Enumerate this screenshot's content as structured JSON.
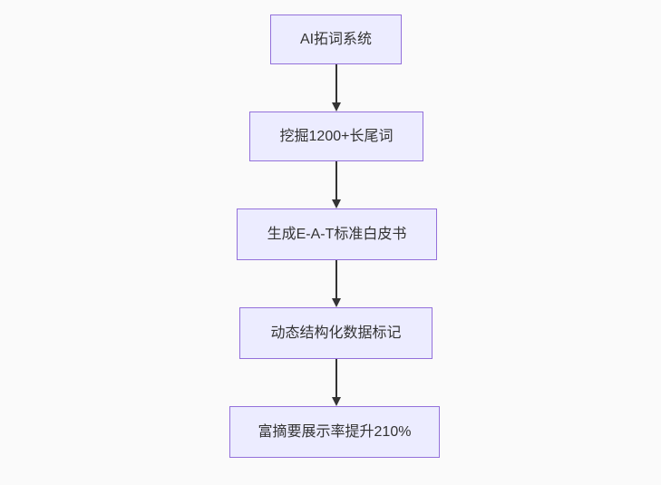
{
  "diagram": {
    "type": "flowchart-top-down",
    "nodes": [
      {
        "id": "n1",
        "label": "AI拓词系统"
      },
      {
        "id": "n2",
        "label": "挖掘1200+长尾词"
      },
      {
        "id": "n3",
        "label": "生成E-A-T标准白皮书"
      },
      {
        "id": "n4",
        "label": "动态结构化数据标记"
      },
      {
        "id": "n5",
        "label": "富摘要展示率提升210%"
      }
    ],
    "edges": [
      {
        "from": "n1",
        "to": "n2"
      },
      {
        "from": "n2",
        "to": "n3"
      },
      {
        "from": "n3",
        "to": "n4"
      },
      {
        "from": "n4",
        "to": "n5"
      }
    ],
    "colors": {
      "background": "#fafafa",
      "node_fill": "#ECECFF",
      "node_border": "#9370DB",
      "text": "#333333",
      "arrow": "#333333"
    }
  }
}
